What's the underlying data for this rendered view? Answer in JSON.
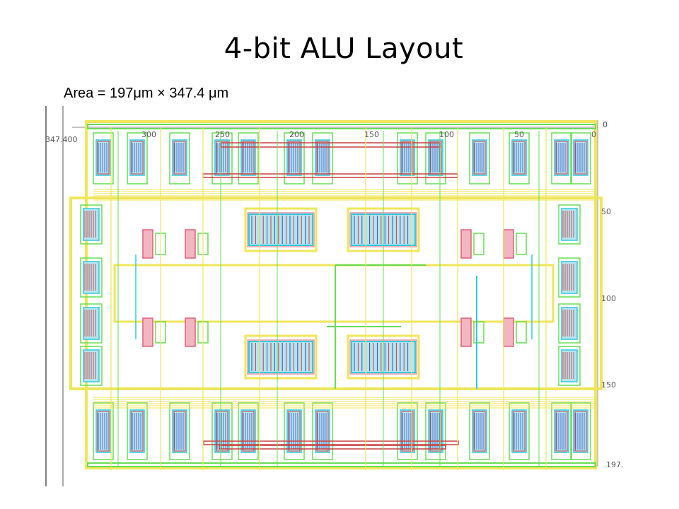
{
  "slide": {
    "title": "4-bit ALU Layout",
    "area_caption": "Area = 197μm × 347.4 μm"
  },
  "layout_view": {
    "top_ruler_labels": [
      "300",
      "250",
      "200",
      "150",
      "100",
      "50",
      "0"
    ],
    "right_ruler_labels": [
      "0",
      "50",
      "100",
      "150",
      "197."
    ],
    "left_ruler_label": "347.400",
    "colors": {
      "metal1_yellow": "#f0e65a",
      "metal2_green": "#66dd55",
      "poly_red": "#c84040",
      "diffusion_cyan": "#33c8e0",
      "well_pink": "#e0607a",
      "contact_blue": "#3050c8",
      "ruler_gray": "#8a8a8a"
    }
  }
}
